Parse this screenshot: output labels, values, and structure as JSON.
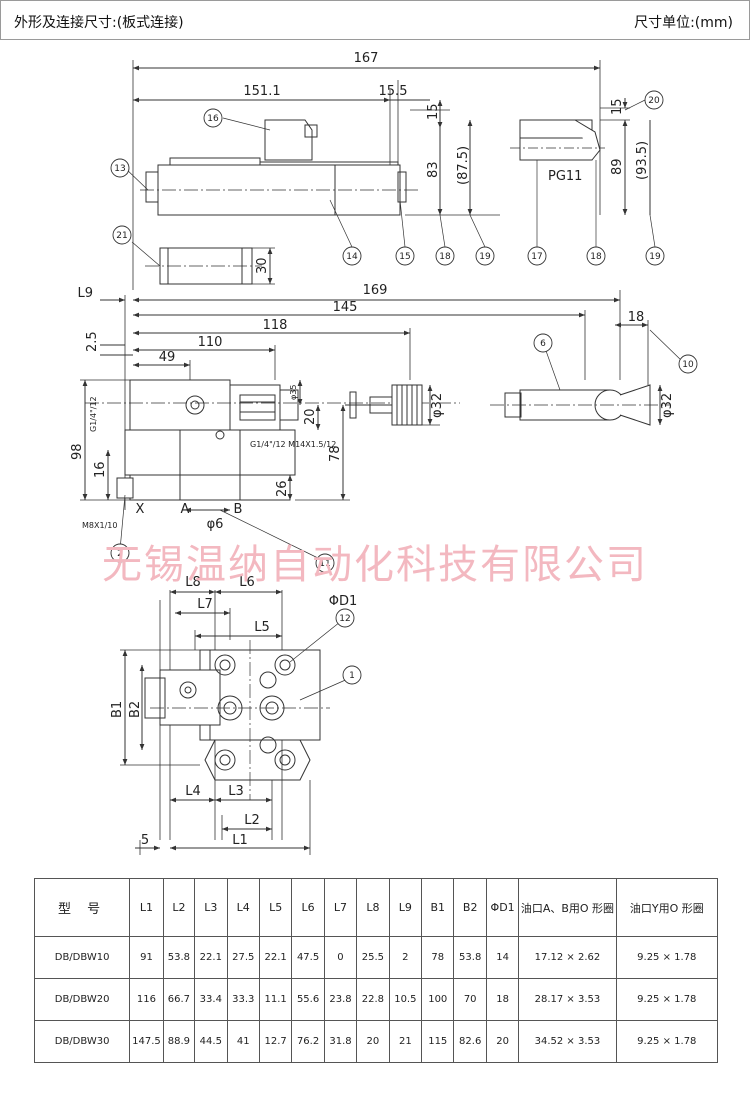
{
  "header": {
    "title": "外形及连接尺寸:(板式连接)",
    "unit": "尺寸单位:(mm)"
  },
  "watermark": "无锡温纳自动化科技有限公司",
  "drawing": {
    "top_view": {
      "dims": {
        "overall": "167",
        "d151": "151.1",
        "d15_5": "15.5",
        "d15": "15",
        "d83": "83",
        "d87_5": "(87.5)",
        "d15b": "15",
        "d89": "89",
        "d93_5": "(93.5)",
        "d30": "30",
        "pg": "PG11"
      },
      "callouts": [
        "13",
        "16",
        "14",
        "15",
        "18",
        "19",
        "17",
        "18",
        "19",
        "20",
        "21"
      ]
    },
    "side_view": {
      "dims": {
        "L9": "L9",
        "d169": "169",
        "d145": "145",
        "d118": "118",
        "d110": "110",
        "d2_5": "2.5",
        "d49": "49",
        "d18": "18",
        "dia35": "φ35",
        "d20": "20",
        "dia32a": "φ32",
        "dia32b": "φ32",
        "d78": "78",
        "d98": "98",
        "d16": "16",
        "d26": "26",
        "dia6": "φ6",
        "port_x": "X",
        "port_a": "A",
        "port_b": "B",
        "thread1": "G1/4\"/12",
        "thread2": "G1/4\"/12 M14X1.5/12",
        "thread3": "M8X1/10"
      },
      "callouts": [
        "6",
        "10",
        "2",
        "11"
      ]
    },
    "bottom_view": {
      "dims": {
        "L8": "L8",
        "L6": "L6",
        "L7": "L7",
        "L5": "L5",
        "phiD1": "ΦD1",
        "B1": "B1",
        "B2": "B2",
        "L4": "L4",
        "L3": "L3",
        "L2": "L2",
        "L1": "L1",
        "d5": "5"
      },
      "callouts": [
        "12",
        "1"
      ]
    }
  },
  "table": {
    "headers": [
      "型 号",
      "L1",
      "L2",
      "L3",
      "L4",
      "L5",
      "L6",
      "L7",
      "L8",
      "L9",
      "B1",
      "B2",
      "ΦD1",
      "油口A、B用O 形圈",
      "油口Y用O 形圈"
    ],
    "rows": [
      [
        "DB/DBW10",
        "91",
        "53.8",
        "22.1",
        "27.5",
        "22.1",
        "47.5",
        "0",
        "25.5",
        "2",
        "78",
        "53.8",
        "14",
        "17.12 × 2.62",
        "9.25 × 1.78"
      ],
      [
        "DB/DBW20",
        "116",
        "66.7",
        "33.4",
        "33.3",
        "11.1",
        "55.6",
        "23.8",
        "22.8",
        "10.5",
        "100",
        "70",
        "18",
        "28.17 × 3.53",
        "9.25 × 1.78"
      ],
      [
        "DB/DBW30",
        "147.5",
        "88.9",
        "44.5",
        "41",
        "12.7",
        "76.2",
        "31.8",
        "20",
        "21",
        "115",
        "82.6",
        "20",
        "34.52 × 3.53",
        "9.25 × 1.78"
      ]
    ]
  }
}
